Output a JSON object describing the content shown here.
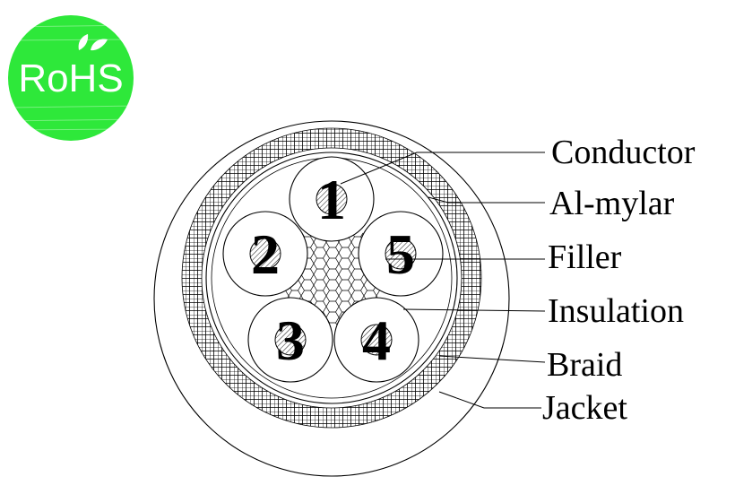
{
  "logo": {
    "text": "RoHS",
    "color": "#2ee83a",
    "text_color": "#ffffff"
  },
  "labels": [
    {
      "id": "conductor",
      "text": "Conductor"
    },
    {
      "id": "al-mylar",
      "text": "Al-mylar"
    },
    {
      "id": "filler",
      "text": "Filler"
    },
    {
      "id": "insulation",
      "text": "Insulation"
    },
    {
      "id": "braid",
      "text": "Braid"
    },
    {
      "id": "jacket",
      "text": "Jacket"
    }
  ],
  "cores": [
    "1",
    "2",
    "3",
    "4",
    "5"
  ]
}
